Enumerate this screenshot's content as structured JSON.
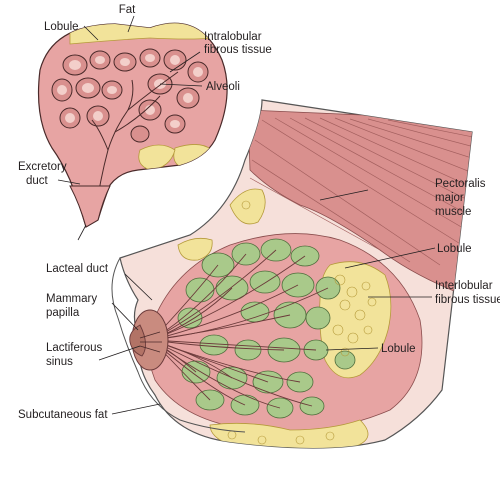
{
  "colors": {
    "tissue_pink": "#e7a4a3",
    "muscle_pink": "#d9908e",
    "tissue_light": "#f3cfca",
    "lobule_green": "#a9c98a",
    "fat_yellow": "#f2e39a",
    "outline": "#4a2a2a",
    "label_text": "#231f20",
    "skin_outline": "#555555"
  },
  "labels": {
    "fat": "Fat",
    "lobule_inset": "Lobule",
    "intralobular_line1": "Intralobular",
    "intralobular_line2": "fibrous tissue",
    "alveoli": "Alveoli",
    "excretory_line1": "Excretory",
    "excretory_line2": "duct",
    "pectoralis_line1": "Pectoralis",
    "pectoralis_line2": "major",
    "pectoralis_line3": "muscle",
    "lobule_upper": "Lobule",
    "interlobular_line1": "Interlobular",
    "interlobular_line2": "fibrous tissue",
    "lobule_lower": "Lobule",
    "lacteal_duct": "Lacteal duct",
    "mammary_line1": "Mammary",
    "mammary_line2": "papilla",
    "lactiferous_line1": "Lactiferous",
    "lactiferous_line2": "sinus",
    "subcutaneous_fat": "Subcutaneous fat"
  }
}
